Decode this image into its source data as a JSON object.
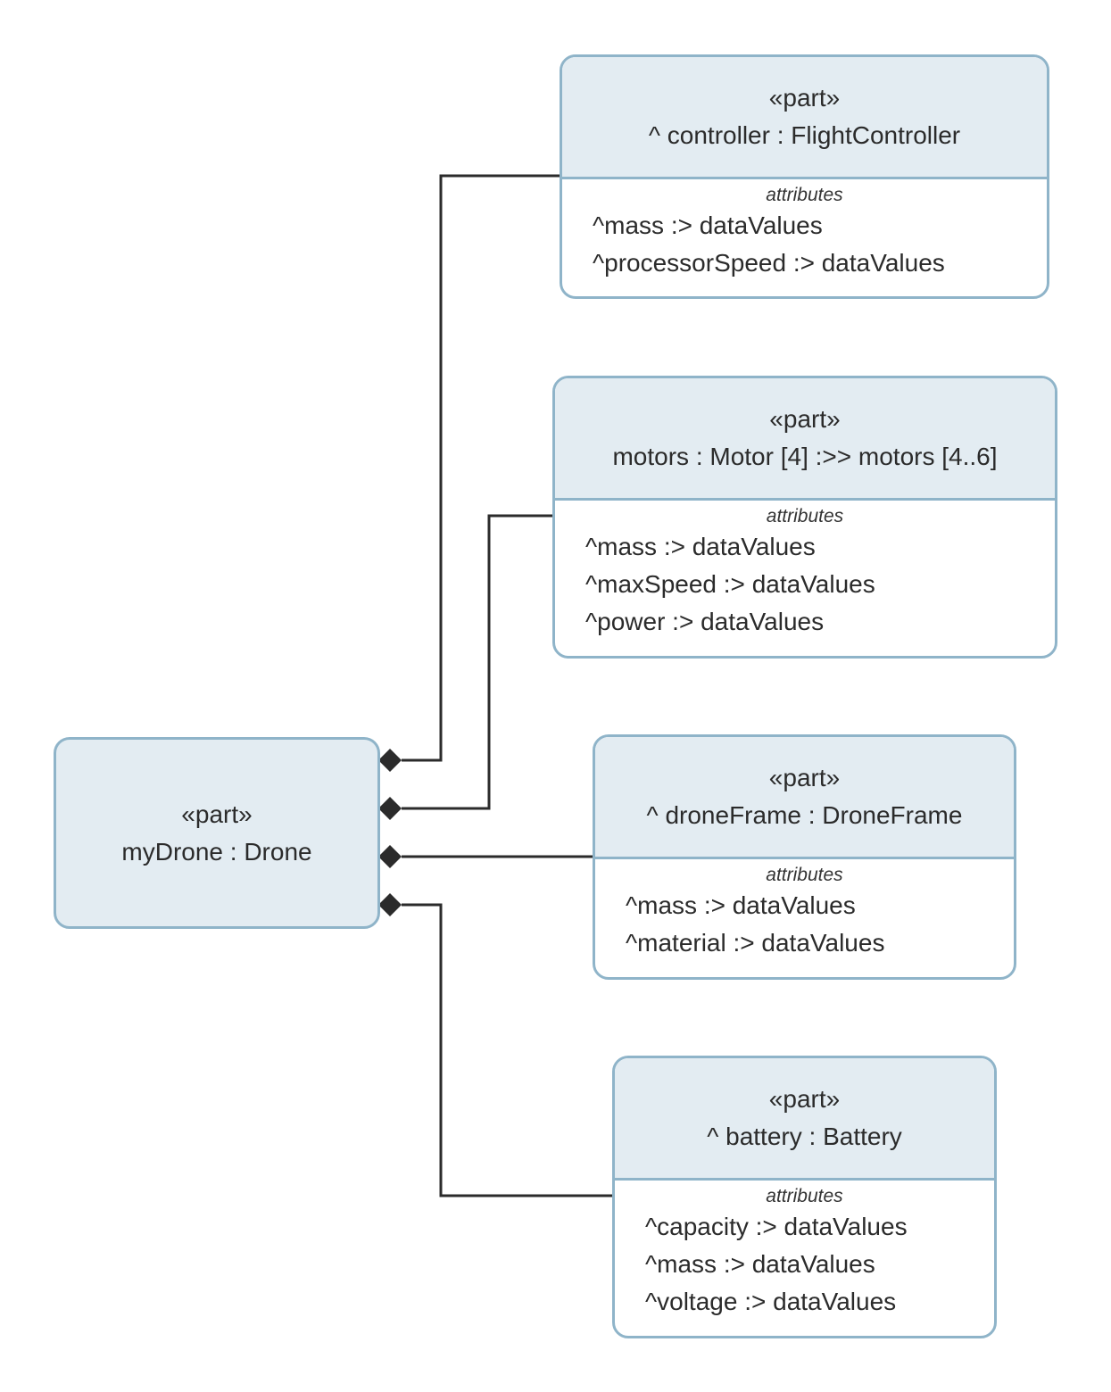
{
  "root": {
    "stereotype": "«part»",
    "name": "myDrone : Drone"
  },
  "parts": [
    {
      "stereotype": "«part»",
      "name": "^ controller : FlightController",
      "section_title": "attributes",
      "attributes": [
        "^mass :> dataValues",
        "^processorSpeed :> dataValues"
      ]
    },
    {
      "stereotype": "«part»",
      "name": "motors : Motor [4] :>> motors [4..6]",
      "section_title": "attributes",
      "attributes": [
        "^mass :> dataValues",
        "^maxSpeed :> dataValues",
        "^power :> dataValues"
      ]
    },
    {
      "stereotype": "«part»",
      "name": "^ droneFrame : DroneFrame",
      "section_title": "attributes",
      "attributes": [
        "^mass :> dataValues",
        "^material :> dataValues"
      ]
    },
    {
      "stereotype": "«part»",
      "name": "^ battery : Battery",
      "section_title": "attributes",
      "attributes": [
        "^capacity :> dataValues",
        "^mass :> dataValues",
        "^voltage :> dataValues"
      ]
    }
  ],
  "colors": {
    "border": "#8fb4c9",
    "header_fill": "#e3ecf2",
    "line": "#2b2b2b"
  }
}
